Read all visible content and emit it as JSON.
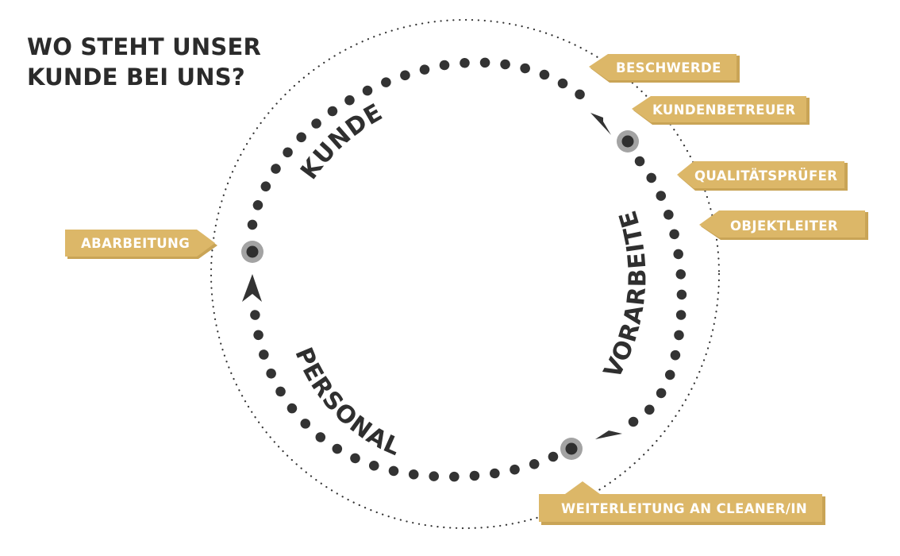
{
  "title": {
    "line1": "WO STEHT UNSER",
    "line2": "KUNDE BEI UNS?"
  },
  "stages": {
    "kunde": "KUNDE",
    "vorarbeiter": "VORARBEITER",
    "personal": "PERSONAL"
  },
  "tags": {
    "beschwerde": "BESCHWERDE",
    "kundenbetreuer": "KUNDENBETREUER",
    "qualitaetspruefer": "QUALITÄTSPRÜFER",
    "objektleiter": "OBJEKTLEITER",
    "abarbeitung": "ABARBEITUNG",
    "weiterleitung": "WEITERLEITUNG AN CLEANER/IN"
  },
  "colors": {
    "tag": "#dcb768",
    "tag_shadow": "#c29c4e",
    "dot": "#333333",
    "node_ring": "#9a9a9a",
    "title": "#2b2b2b"
  }
}
